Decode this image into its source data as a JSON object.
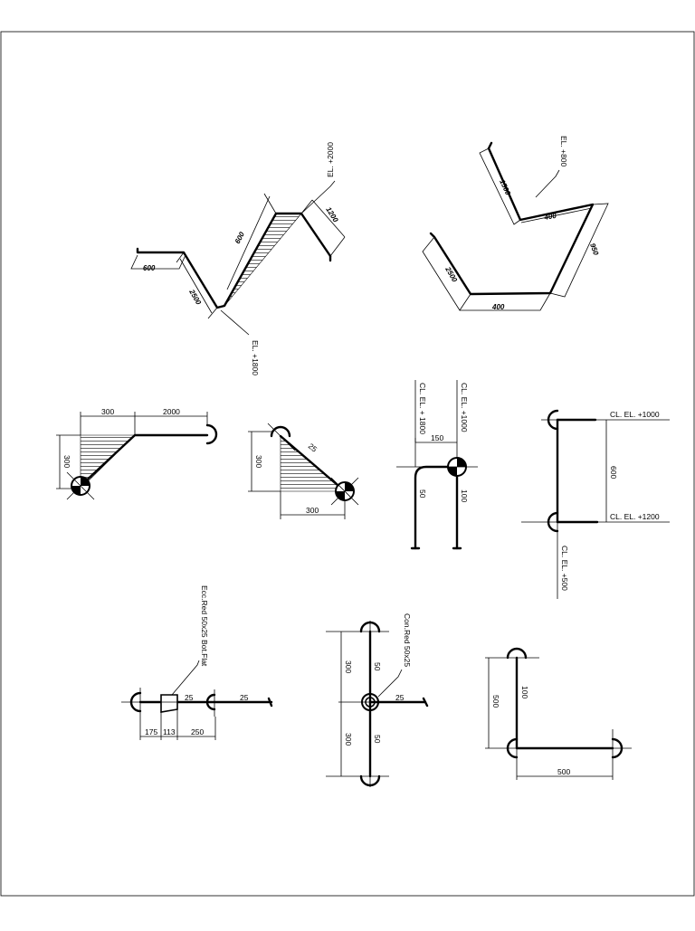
{
  "iso_top_left": {
    "el_top": "EL. +2000",
    "el_bottom": "EL. +1800",
    "dim_600": "600",
    "dim_2500": "2500",
    "dim_diag": "600",
    "dim_1200": "1200"
  },
  "iso_top_right": {
    "el_top": "EL. +800",
    "dim_1500": "1500",
    "dim_400_upper": "400",
    "dim_950": "950",
    "dim_2500": "2500",
    "dim_400_lower": "400"
  },
  "detail_offset_a": {
    "dim_300_top": "300",
    "dim_2000": "2000",
    "dim_300_side": "300"
  },
  "detail_offset_b": {
    "dim_300_side": "300",
    "dim_25": "25",
    "dim_300_bottom": "300"
  },
  "detail_riser": {
    "cl_left": "CL. EL. + 1800",
    "cl_right": "CL. EL. +1000",
    "dim_150": "150",
    "dim_50": "50",
    "dim_100": "100"
  },
  "detail_vertical": {
    "cl_top": "CL. EL. +1000",
    "cl_mid": "CL. EL. +1200",
    "cl_bottom": "CL. EL. +500",
    "dim_600": "600"
  },
  "detail_reducer": {
    "note": "Ecc.Red 50x25 Bot.Flat",
    "dim_25_a": "25",
    "dim_25_b": "25",
    "dim_175": "175",
    "dim_113": "113",
    "dim_250": "250"
  },
  "detail_tee": {
    "note": "Con.Red 50x25",
    "dim_300_top": "300",
    "dim_300_bottom": "300",
    "dim_50_top": "50",
    "dim_50_bottom": "50",
    "dim_25": "25"
  },
  "detail_elbow": {
    "dim_500_side": "500",
    "dim_100": "100",
    "dim_500_bottom": "500"
  }
}
